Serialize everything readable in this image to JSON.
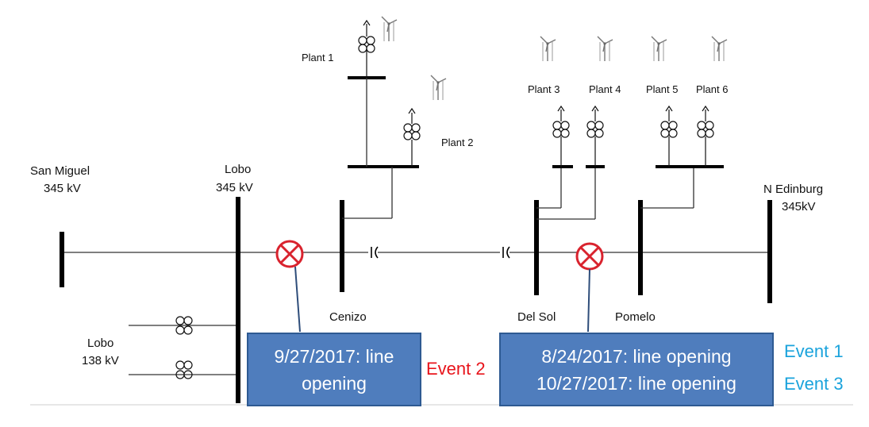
{
  "buses": {
    "san_miguel": {
      "name": "San Miguel",
      "voltage": "345 kV"
    },
    "lobo_345": {
      "name": "Lobo",
      "voltage": "345 kV"
    },
    "lobo_138": {
      "name": "Lobo",
      "voltage": "138 kV"
    },
    "cenizo": {
      "name": "Cenizo"
    },
    "del_sol": {
      "name": "Del Sol"
    },
    "pomelo": {
      "name": "Pomelo"
    },
    "n_edinburg": {
      "name": "N Edinburg",
      "voltage": "345kV"
    }
  },
  "plants": [
    "Plant 1",
    "Plant 2",
    "Plant 3",
    "Plant 4",
    "Plant 5",
    "Plant 6"
  ],
  "callouts": {
    "left": {
      "line1": "9/27/2017: line",
      "line2": "opening"
    },
    "right": {
      "line1": "8/24/2017: line opening",
      "line2": "10/27/2017: line opening"
    }
  },
  "events": {
    "event2": {
      "label": "Event 2",
      "color": "#e8141b"
    },
    "event1": {
      "label": "Event 1",
      "color": "#1aa3dc"
    },
    "event3": {
      "label": "Event 3",
      "color": "#1aa3dc"
    }
  },
  "colors": {
    "callout_fill": "#4f7dbd",
    "callout_border": "#2e5a92",
    "breaker": "#d9232e",
    "leader": "#2e4d7a"
  },
  "icons": [
    "wind-turbine-icon",
    "transformer-icon",
    "circuit-breaker-icon",
    "series-capacitor-icon"
  ]
}
